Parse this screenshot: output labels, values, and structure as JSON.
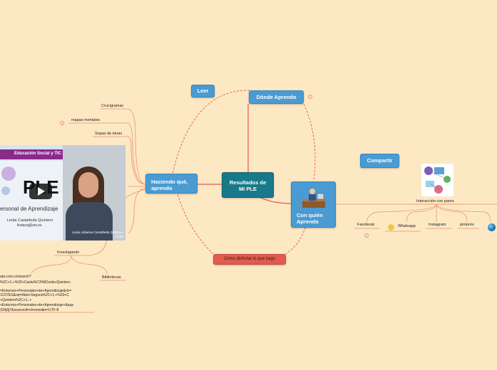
{
  "central": {
    "label": "Resultados de Mi PLE"
  },
  "main_nodes": {
    "leer": "Leer",
    "donde": "Dónde Aprendo",
    "haciendo": "Haciendo qué, aprendo",
    "con_quien": "Con quién Aprendo",
    "compartir": "Compartir",
    "disfrutar": "Cómo disfrutar lo que hago"
  },
  "haciendo_items": {
    "crucigramas": "Crucigramas",
    "mapas": "mapas mentales",
    "sopas": "Sopas de letras",
    "investigando": "Investigando",
    "bibliotecas": "Bibliotecas"
  },
  "interaccion": {
    "label": "Interacción con pares",
    "items": [
      "Facebook",
      "Whatsapp",
      "Instagram",
      "pinterés"
    ]
  },
  "urls": [
    "ata.com.co/search?",
    "%2C+1.+%20+Casta%C3%B1eda+Quintero",
    "=Entornos+Personales+de+Aprendizaje&rlz=",
    "1C07ES&oq=Abel+Segura%2C+1.+%20+C",
    "+Quintero%2C+1..+",
    "+Entornos+Personales+de+Aprendizaje+&aqs",
    "334j0j7&sourceid=chrome&ie=UTF-8"
  ],
  "video": {
    "banner": "Educación Social y TIC",
    "big": "PLE",
    "subtitle": "ersonal de Aprendizaje",
    "author": "Linda Castañeda Quintero",
    "email": "lindacq@um.es",
    "caption1": "Linda Johanna Castañeda Quintero",
    "caption2": "PLEs"
  },
  "colors": {
    "background": "#fde8c4",
    "blue_node": "#4a9bd1",
    "central_node": "#177a8a",
    "red_node": "#e25b50",
    "branch_line": "#e05a4a",
    "leaf_line": "#e8906b"
  }
}
